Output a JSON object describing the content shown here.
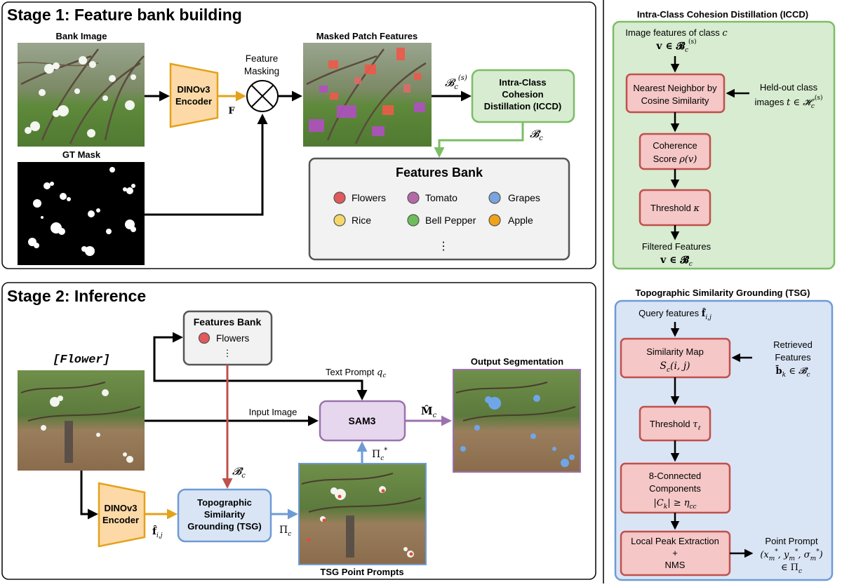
{
  "stage1": {
    "title": "Stage 1: Feature bank building",
    "bank_image_label": "Bank Image",
    "gt_mask_label": "GT Mask",
    "encoder_line1": "DINOv3",
    "encoder_line2": "Encoder",
    "feature_symbol": "F",
    "masking_line1": "Feature",
    "masking_line2": "Masking",
    "masked_label": "Masked Patch Features",
    "bank_input_symbol": "𝓑",
    "bank_input_sub": "c",
    "bank_input_sup": "(s)",
    "iccd_line1": "Intra-Class",
    "iccd_line2": "Cohesion",
    "iccd_line3": "Distillation (ICCD)",
    "iccd_output_symbol": "𝓑̄",
    "iccd_output_sub": "c",
    "features_bank_title": "Features Bank",
    "bank_items": [
      {
        "label": "Flowers",
        "color": "#e15a5c"
      },
      {
        "label": "Tomato",
        "color": "#b46aa8"
      },
      {
        "label": "Grapes",
        "color": "#79a4dd"
      },
      {
        "label": "Rice",
        "color": "#f6d86a"
      },
      {
        "label": "Bell Pepper",
        "color": "#6ebd5b"
      },
      {
        "label": "Apple",
        "color": "#f0a21b"
      }
    ],
    "bank_more": "⋮"
  },
  "stage2": {
    "title": "Stage 2: Inference",
    "prompt_text": "[Flower]",
    "features_bank_title": "Features Bank",
    "bank_item": "Flowers",
    "bank_more": "⋮",
    "text_prompt_label": "Text Prompt",
    "text_prompt_symbol": "q",
    "text_prompt_sub": "c",
    "input_image_label": "Input Image",
    "sam_label": "SAM3",
    "mask_symbol": "M̂",
    "mask_sub": "c",
    "output_label": "Output Segmentation",
    "bank_symbol": "𝓑̄",
    "bank_sub": "c",
    "pi_star_symbol": "Π",
    "pi_star_sub": "c",
    "pi_star_sup": "*",
    "encoder_line1": "DINOv3",
    "encoder_line2": "Encoder",
    "feat_symbol": "f̂",
    "feat_sub": "i,j",
    "tsg_line1": "Topographic",
    "tsg_line2": "Similarity",
    "tsg_line3": "Grounding (TSG)",
    "pi_symbol": "Π",
    "pi_sub": "c",
    "tsg_points_label": "TSG Point Prompts"
  },
  "iccd": {
    "title": "Intra-Class Cohesion Distillation (ICCD)",
    "input_line1_text": "Image features of class",
    "input_line1_var": "c",
    "input_line2": "v ∈ 𝓑",
    "input_line2_sub": "c",
    "input_line2_sup": "(s)",
    "nn_line1": "Nearest Neighbor by",
    "nn_line2": "Cosine Similarity",
    "heldout_line1": "Held-out class",
    "heldout_line2_text": "images",
    "heldout_line2_math": "t ∈ 𝓗",
    "heldout_sub": "c",
    "heldout_sup": "(s)",
    "coherence_line1": "Coherence",
    "coherence_line2_text": "Score",
    "coherence_line2_math": "ρ(v)",
    "threshold_text": "Threshold",
    "threshold_math": "κ",
    "filtered_line1": "Filtered Features",
    "filtered_line2": "v ∈ 𝓑̄",
    "filtered_sub": "c"
  },
  "tsg": {
    "title": "Topographic Similarity Grounding (TSG)",
    "query_text": "Query features",
    "query_math": "f̂",
    "query_sub": "i,j",
    "simmap_line1": "Similarity Map",
    "simmap_line2": "S",
    "simmap_sub": "c",
    "simmap_args": "(i, j)",
    "retrieved_line1": "Retrieved",
    "retrieved_line2": "Features",
    "retrieved_line3": "b̄",
    "retrieved_sub": "k",
    "retrieved_line3b": "∈ 𝓑̄",
    "retrieved_sub2": "c",
    "threshold_text": "Threshold",
    "threshold_math": "τ",
    "threshold_sub": "ℓ",
    "cc_line1": "8-Connected",
    "cc_line2": "Components",
    "cc_line3": "|C",
    "cc_sub": "k",
    "cc_line3b": "| ≥ η",
    "cc_sub2": "cc",
    "peak_line1": "Local Peak Extraction",
    "peak_line2": "+",
    "peak_line3": "NMS",
    "point_line1": "Point Prompt",
    "point_line2": "(x",
    "point_line3": "∈ Π",
    "point_sub": "c"
  }
}
